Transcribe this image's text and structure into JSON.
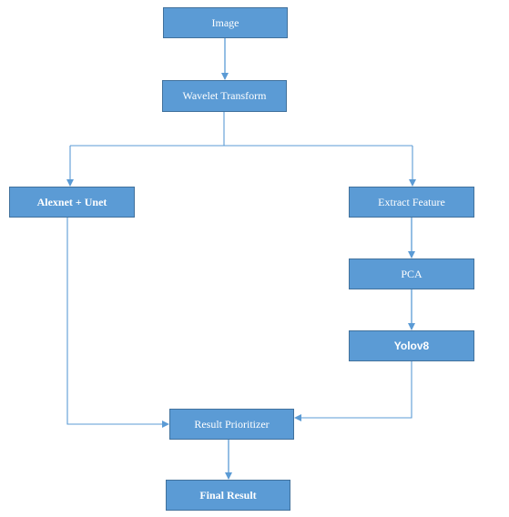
{
  "diagram": {
    "nodes": {
      "image": "Image",
      "wavelet": "Wavelet Transform",
      "alexnet": "Alexnet + Unet",
      "extract": "Extract Feature",
      "pca": "PCA",
      "yolo": "Yolov8",
      "prioritizer": "Result Prioritizer",
      "final": "Final Result"
    },
    "edges": [
      [
        "image",
        "wavelet"
      ],
      [
        "wavelet",
        "alexnet"
      ],
      [
        "wavelet",
        "extract"
      ],
      [
        "extract",
        "pca"
      ],
      [
        "pca",
        "yolo"
      ],
      [
        "alexnet",
        "prioritizer"
      ],
      [
        "yolo",
        "prioritizer"
      ],
      [
        "prioritizer",
        "final"
      ]
    ],
    "colors": {
      "box_fill": "#5b9bd5",
      "box_border": "#41719c",
      "connector": "#5b9bd5",
      "text": "#ffffff"
    }
  }
}
